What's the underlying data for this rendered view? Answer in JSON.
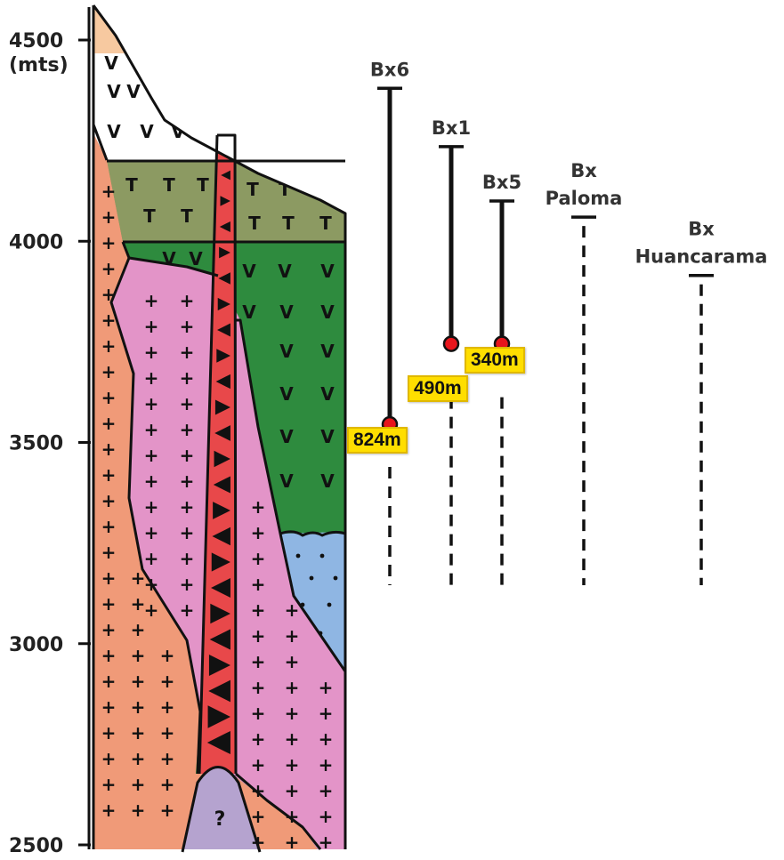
{
  "axis": {
    "ticks": [
      {
        "value": 4500,
        "label": "4500"
      },
      {
        "value": 4000,
        "label": "4000"
      },
      {
        "value": 3500,
        "label": "3500"
      },
      {
        "value": 3000,
        "label": "3000"
      },
      {
        "value": 2500,
        "label": "2500"
      }
    ],
    "unit": "(mts)"
  },
  "column": {
    "symbols": {
      "volcanic": "V",
      "tuff": "T",
      "intrusive": "+",
      "breccia": "▲",
      "unknown": "?"
    },
    "colors": {
      "top_cap": "#f7c9a0",
      "volcanic": "#2e8b3e",
      "tuff": "#8c9a62",
      "granite": "#f09a78",
      "porphyry": "#e394c8",
      "breccia_pipe": "#e8484a",
      "sediment": "#8fb6e3",
      "unknown_body": "#b5a3cf"
    }
  },
  "drill_holes": [
    {
      "name_lines": [
        "Bx6"
      ],
      "collar_elev": 4380,
      "drilled": true,
      "bottom_elev": 3545,
      "depth_label": "824m"
    },
    {
      "name_lines": [
        "Bx1"
      ],
      "collar_elev": 4235,
      "drilled": true,
      "bottom_elev": 3745,
      "depth_label": "490m"
    },
    {
      "name_lines": [
        "Bx5"
      ],
      "collar_elev": 4100,
      "drilled": true,
      "bottom_elev": 3745,
      "depth_label": "340m"
    },
    {
      "name_lines": [
        "Bx",
        "Paloma"
      ],
      "collar_elev": 4060,
      "drilled": false
    },
    {
      "name_lines": [
        "Bx",
        "Huancarama"
      ],
      "collar_elev": 3915,
      "drilled": false
    }
  ]
}
